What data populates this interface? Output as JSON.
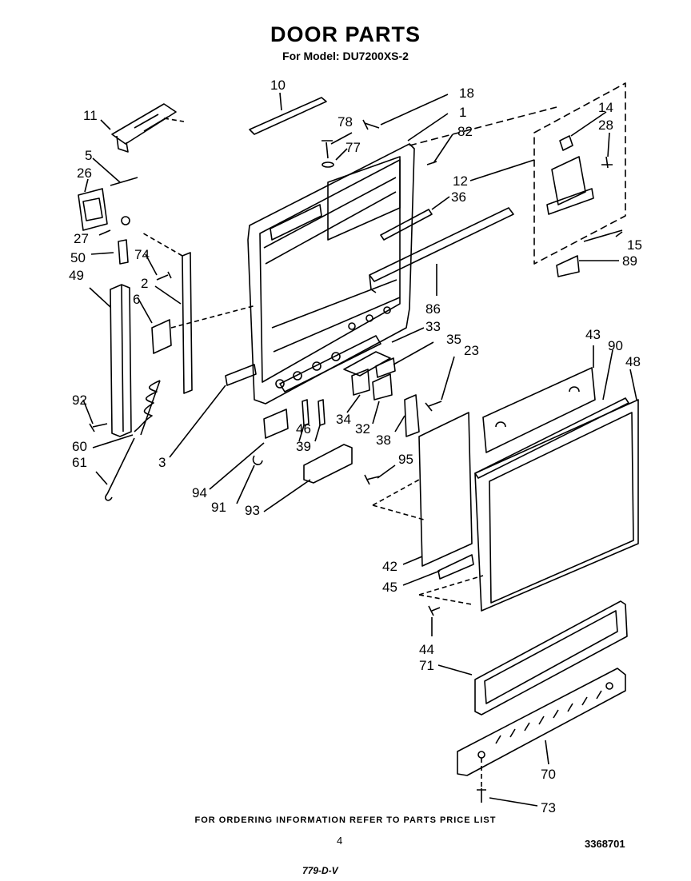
{
  "header": {
    "title": "DOOR PARTS",
    "subtitle": "For Model: DU7200XS-2"
  },
  "footer": {
    "ordering_note": "FOR ORDERING INFORMATION REFER TO PARTS PRICE LIST",
    "page_number": "4",
    "part_number": "3368701",
    "handwritten": "779-D-V"
  },
  "callouts": [
    "10",
    "11",
    "5",
    "26",
    "27",
    "50",
    "74",
    "49",
    "2",
    "6",
    "92",
    "60",
    "61",
    "3",
    "94",
    "91",
    "93",
    "18",
    "1",
    "78",
    "77",
    "82",
    "36",
    "14",
    "28",
    "12",
    "15",
    "89",
    "86",
    "33",
    "35",
    "23",
    "34",
    "32",
    "38",
    "46",
    "39",
    "95",
    "43",
    "90",
    "48",
    "42",
    "45",
    "44",
    "71",
    "70",
    "73"
  ]
}
